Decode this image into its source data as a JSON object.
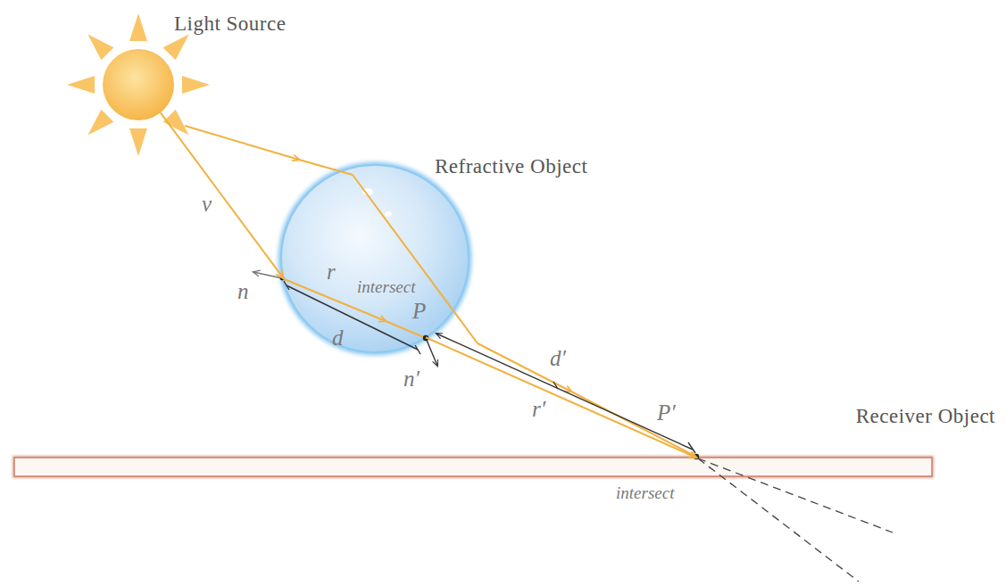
{
  "diagram": {
    "nodes": [
      {
        "text": [
          "Light Source"
        ]
      },
      {
        "text": [
          "Refractive Object"
        ]
      },
      {
        "text": [
          "Receiver Object"
        ]
      }
    ],
    "edges": [
      {
        "from": 0,
        "to": 1,
        "arrow": "to",
        "label": "v"
      },
      {
        "from": 1,
        "to": 2,
        "arrow": "to",
        "label": "r′"
      }
    ],
    "labels": [
      "n",
      "r",
      "d",
      "intersect",
      "P",
      "n′",
      "d′",
      "P′",
      "intersect"
    ]
  }
}
